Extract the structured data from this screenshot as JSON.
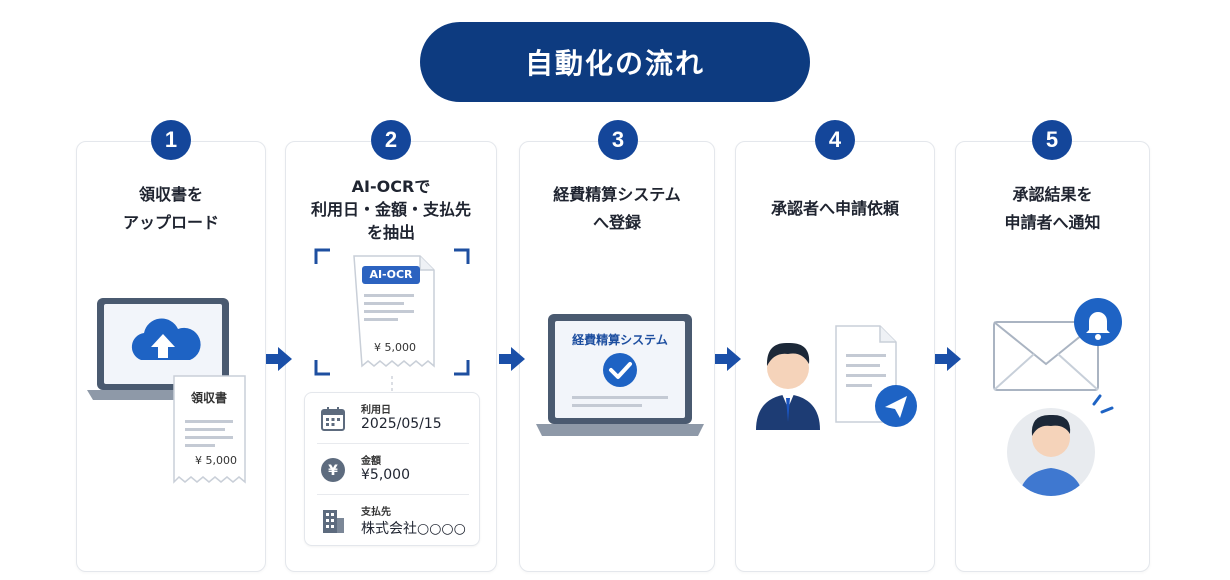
{
  "title": "自動化の流れ",
  "colors": {
    "navy": "#0d3b80",
    "step_blue": "#14469a",
    "arrow_blue": "#1a4fa8"
  },
  "steps": [
    {
      "number": "1",
      "lines": [
        "領収書を",
        "アップロード"
      ],
      "icon": "cloud-upload-laptop-icon",
      "receipt": {
        "title": "領収書",
        "amount": "¥ 5,000"
      }
    },
    {
      "number": "2",
      "lines": [
        "AI-OCRで",
        "利用日・金額・支払先",
        "を抽出"
      ],
      "icon": "ocr-scan-icon",
      "doc": {
        "badge": "AI-OCR",
        "amount": "¥ 5,000"
      },
      "fields": [
        {
          "label": "利用日",
          "value": "2025/05/15",
          "icon": "calendar-icon"
        },
        {
          "label": "金額",
          "value": "¥5,000",
          "icon": "yen-coin-icon"
        },
        {
          "label": "支払先",
          "value": "株式会社○○○○",
          "icon": "building-icon"
        }
      ]
    },
    {
      "number": "3",
      "lines": [
        "経費精算システム",
        "へ登録"
      ],
      "icon": "laptop-check-icon",
      "screen_title": "経費精算システム"
    },
    {
      "number": "4",
      "lines": [
        "承認者へ申請依頼"
      ],
      "icon": "person-document-send-icon"
    },
    {
      "number": "5",
      "lines": [
        "承認結果を",
        "申請者へ通知"
      ],
      "icon": "mail-bell-person-icon"
    }
  ]
}
